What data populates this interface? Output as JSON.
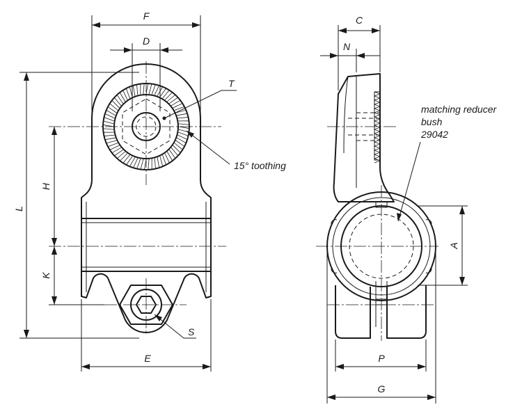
{
  "labels": {
    "F": "F",
    "D": "D",
    "T": "T",
    "toothing": "15° toothing",
    "L": "L",
    "H": "H",
    "K": "K",
    "S": "S",
    "E": "E",
    "C": "C",
    "N": "N",
    "A": "A",
    "P": "P",
    "G": "G",
    "reducer_line1": "matching reducer",
    "reducer_line2": "bush",
    "reducer_line3": "29042"
  }
}
